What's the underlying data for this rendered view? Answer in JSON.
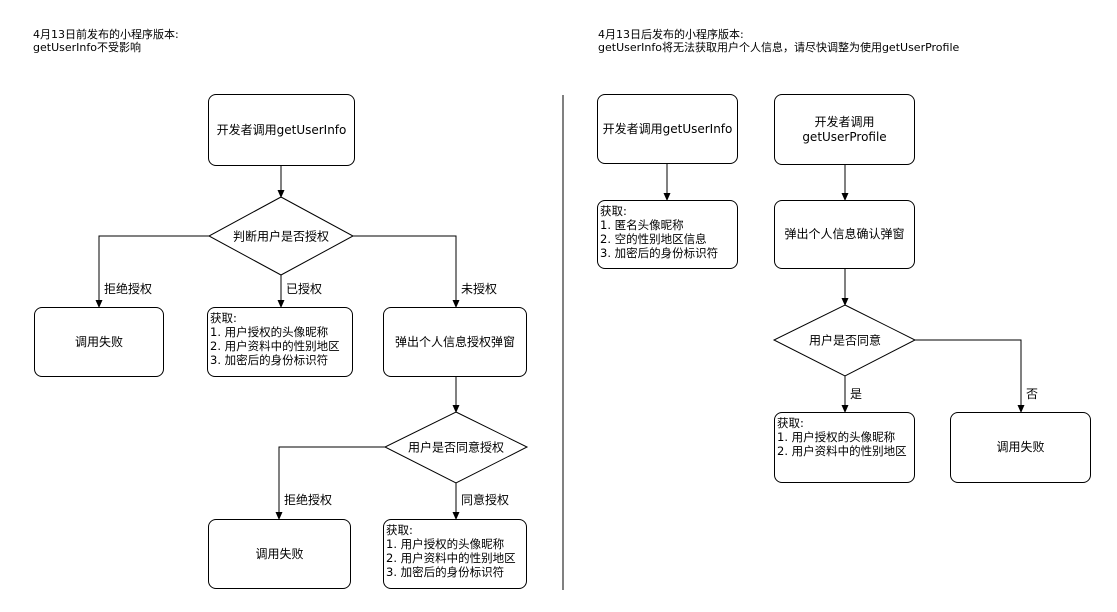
{
  "left": {
    "header_line1": "4月13日前发布的小程序版本:",
    "header_line2": "getUserInfo不受影响",
    "start_box": "开发者调用getUserInfo",
    "decision1": "判断用户是否授权",
    "edge_reject": "拒绝授权",
    "edge_authorized": "已授权",
    "edge_unauthorized": "未授权",
    "fail_box": "调用失败",
    "info_box": [
      "获取:",
      "1. 用户授权的头像昵称",
      "2. 用户资料中的性别地区",
      "3. 加密后的身份标识符"
    ],
    "popup_box": "弹出个人信息授权弹窗",
    "decision2": "用户是否同意授权",
    "edge_reject2": "拒绝授权",
    "edge_agree": "同意授权",
    "fail_box2": "调用失败",
    "info_box2": [
      "获取:",
      "1. 用户授权的头像昵称",
      "2. 用户资料中的性别地区",
      "3. 加密后的身份标识符"
    ]
  },
  "right": {
    "header_line1": "4月13日后发布的小程序版本:",
    "header_line2": "getUserInfo将无法获取用户个人信息，请尽快调整为使用getUserProfile",
    "getuserinfo_box": "开发者调用getUserInfo",
    "anon_box": [
      "获取:",
      "1. 匿名头像昵称",
      "2. 空的性别地区信息",
      "3. 加密后的身份标识符"
    ],
    "profile_box_line1": "开发者调用",
    "profile_box_line2": "getUserProfile",
    "confirm_popup": "弹出个人信息确认弹窗",
    "decision": "用户是否同意",
    "edge_yes": "是",
    "edge_no": "否",
    "info_box": [
      "获取:",
      "1. 用户授权的头像昵称",
      "2. 用户资料中的性别地区"
    ],
    "fail_box": "调用失败"
  },
  "colors": {
    "stroke": "#000000",
    "fill": "#ffffff",
    "divider": "#000000"
  }
}
